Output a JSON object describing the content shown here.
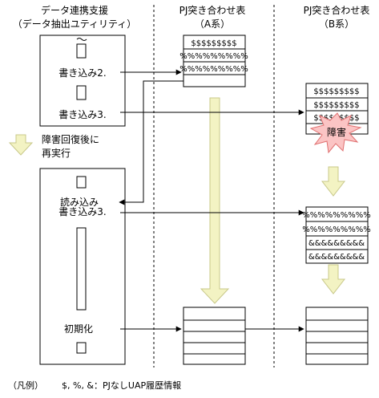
{
  "header": {
    "col1_line1": "データ連携支援",
    "col1_line2": "（データ抽出ユティリティ）",
    "col2_line1": "PJ突き合わせ表",
    "col2_line2": "（A系）",
    "col3_line1": "PJ突き合わせ表",
    "col3_line2": "（B系）"
  },
  "utility": {
    "write2": "書き込み2.",
    "write3": "書き込み3.",
    "recovery_line1": "障害回復後に",
    "recovery_line2": "再実行",
    "read": "読み込み",
    "write3_rerun": "書き込み3.",
    "init": "初期化"
  },
  "table_a": {
    "rows": [
      "$$$$$$$$$",
      "%%%%%%%%%",
      "%%%%%%%%%"
    ]
  },
  "table_b_before": {
    "rows": [
      "$$$$$$$$$",
      "$$$$$$$$$",
      "$$$$$$$$$"
    ],
    "fault": "障害"
  },
  "table_b_after": {
    "rows": [
      "%%%%%%%%%",
      "%%%%%%%%%",
      "&&&&&&&&&",
      "&&&&&&&&&"
    ]
  },
  "legend": {
    "label": "（凡例）",
    "text": "$, %, &：PJなしUAP履歴情報"
  },
  "colors": {
    "arrow_fill": "#f3f3c3",
    "arrow_stroke": "#c8c88a",
    "burst_fill": "#fbc4c4",
    "burst_stroke": "#e07070"
  }
}
